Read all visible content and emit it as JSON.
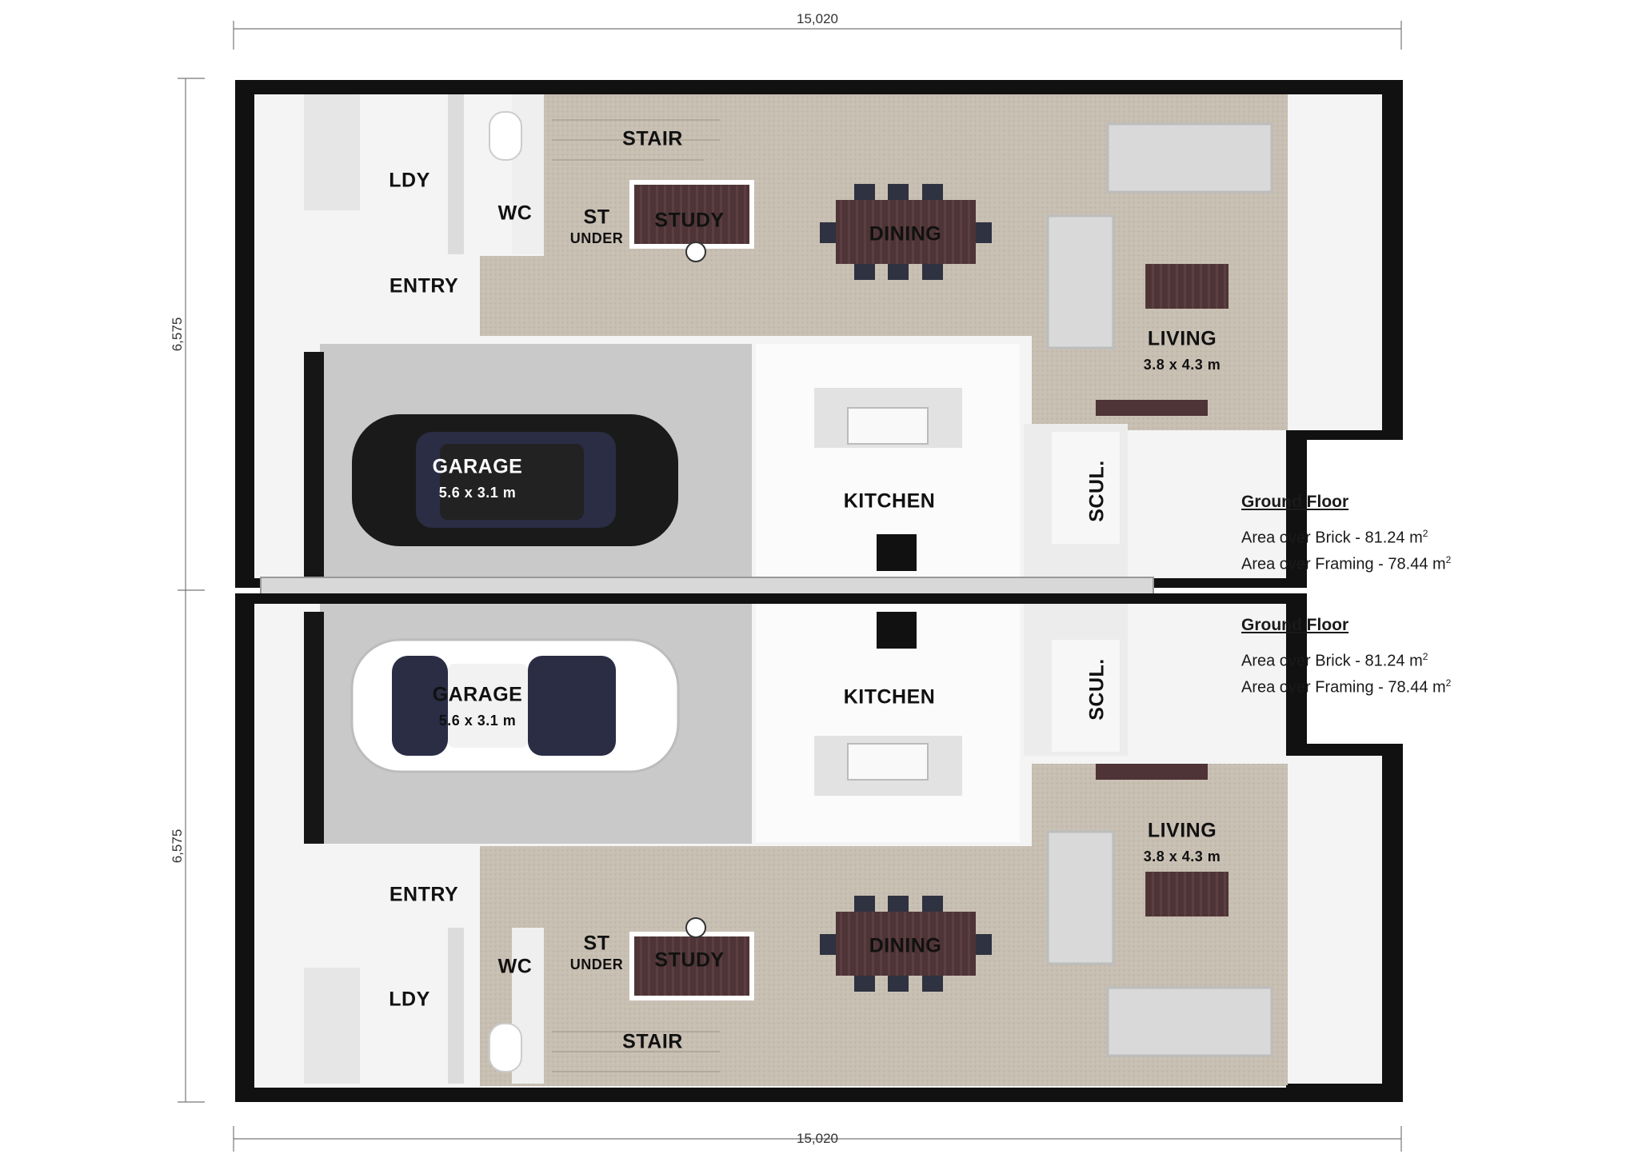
{
  "dimensions": {
    "top_width": "15,020",
    "bottom_width": "15,020",
    "left_upper_height": "6,575",
    "left_lower_height": "6,575"
  },
  "units": {
    "upper": {
      "stair": "STAIR",
      "ldy": "LDY",
      "wc": "WC",
      "st": "ST",
      "under": "UNDER",
      "study": "STUDY",
      "dining": "DINING",
      "entry": "ENTRY",
      "living": "LIVING",
      "living_size": "3.8 x 4.3 m",
      "garage": "GARAGE",
      "garage_size": "5.6 x 3.1 m",
      "kitchen": "KITCHEN",
      "scul": "SCUL."
    },
    "lower": {
      "stair": "STAIR",
      "ldy": "LDY",
      "wc": "WC",
      "st": "ST",
      "under": "UNDER",
      "study": "STUDY",
      "dining": "DINING",
      "entry": "ENTRY",
      "living": "LIVING",
      "living_size": "3.8 x 4.3 m",
      "garage": "GARAGE",
      "garage_size": "5.6 x 3.1 m",
      "kitchen": "KITCHEN",
      "scul": "SCUL."
    }
  },
  "areas": [
    {
      "heading": "Ground Floor",
      "brick": "Area over Brick - 81.24 m",
      "framing": "Area over Framing - 78.44 m",
      "unit_sup": "2"
    },
    {
      "heading": "Ground Floor",
      "brick": "Area over Brick - 81.24 m",
      "framing": "Area over Framing - 78.44 m",
      "unit_sup": "2"
    }
  ],
  "colors": {
    "wall": "#111111",
    "carpet": "#c8bfb3",
    "slab": "#c9c9c9",
    "floor_white": "#f7f7f7",
    "table": "#4e3436",
    "sofa": "#d9d9d9",
    "car_dark": "#1a1a1a",
    "car_light": "#ffffff"
  }
}
